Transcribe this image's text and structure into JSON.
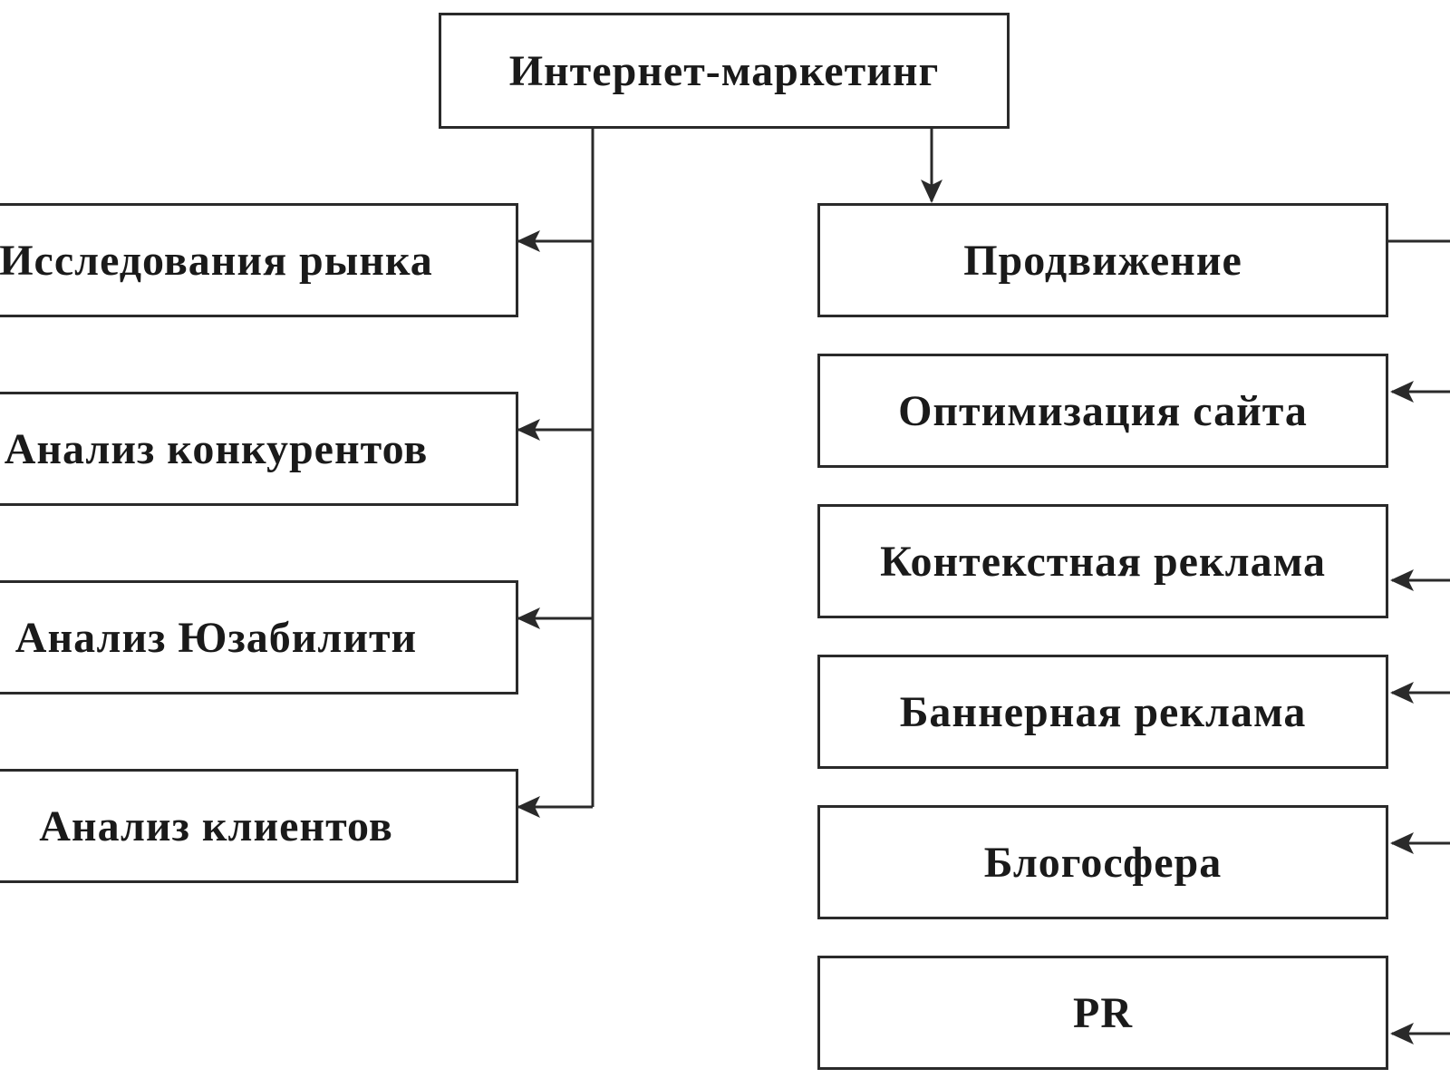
{
  "root": {
    "label": "Интернет-маркетинг"
  },
  "left_branch": [
    {
      "label": "Исследования рынка"
    },
    {
      "label": "Анализ конкурентов"
    },
    {
      "label": "Анализ Юзабилити"
    },
    {
      "label": "Анализ клиентов"
    }
  ],
  "right_branch": [
    {
      "label": "Продвижение"
    },
    {
      "label": "Оптимизация сайта"
    },
    {
      "label": "Контекстная реклама"
    },
    {
      "label": "Баннерная реклама"
    },
    {
      "label": "Блогосфера"
    },
    {
      "label": "PR"
    }
  ],
  "colors": {
    "line": "#2a2a2a",
    "text": "#1a1a1a",
    "background": "#ffffff"
  }
}
